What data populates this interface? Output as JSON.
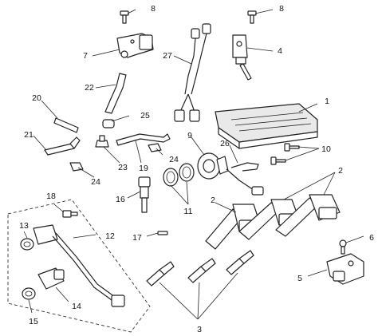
{
  "callouts": {
    "c1": "1",
    "c2a": "2",
    "c2b": "2",
    "c3": "3",
    "c4": "4",
    "c5": "5",
    "c6": "6",
    "c7": "7",
    "c8a": "8",
    "c8b": "8",
    "c9": "9",
    "c10": "10",
    "c11": "11",
    "c12": "12",
    "c13": "13",
    "c14": "14",
    "c15": "15",
    "c16": "16",
    "c17": "17",
    "c18": "18",
    "c19": "19",
    "c20": "20",
    "c21": "21",
    "c22": "22",
    "c23": "23",
    "c24a": "24",
    "c24b": "24",
    "c25": "25",
    "c26": "26",
    "c27": "27"
  }
}
